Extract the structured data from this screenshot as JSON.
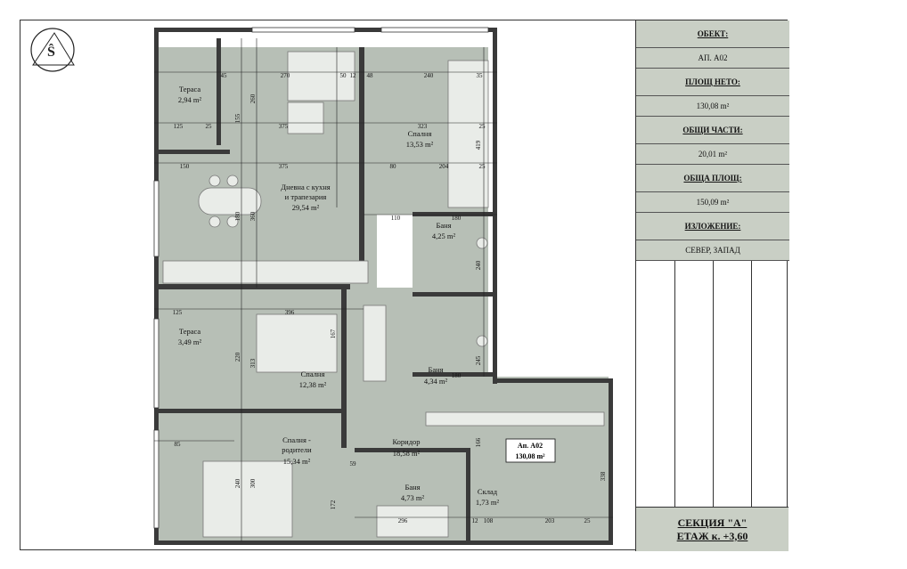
{
  "side_panel": {
    "object_label": "ОБЕКТ:",
    "object_value": "АП. А02",
    "net_area_label": "ПЛОЩ НЕТО:",
    "net_area_value": "130,08 m²",
    "common_parts_label": "ОБЩИ ЧАСТИ:",
    "common_parts_value": "20,01 m²",
    "total_area_label": "ОБЩА ПЛОЩ:",
    "total_area_value": "150,09 m²",
    "orientation_label": "ИЗЛОЖЕНИЕ:",
    "orientation_value": "СЕВЕР, ЗАПАД",
    "section_label": "СЕКЦИЯ \"А\"",
    "floor_label": "ЕТАЖ к. +3,60"
  },
  "rooms": {
    "terrace1_name": "Тераса",
    "terrace1_area": "2,94 m²",
    "living_name1": "Дневна с кухня",
    "living_name2": "и трапезария",
    "living_area": "29,54 m²",
    "bedroom1_name": "Спалня",
    "bedroom1_area": "13,53 m²",
    "bath1_name": "Баня",
    "bath1_area": "4,25 m²",
    "terrace2_name": "Тераса",
    "terrace2_area": "3,49 m²",
    "bedroom2_name": "Спалня",
    "bedroom2_area": "12,38 m²",
    "bath2_name": "Баня",
    "bath2_area": "4,34 m²",
    "master_name1": "Спалня -",
    "master_name2": "родители",
    "master_area": "15,34 m²",
    "corridor_name": "Коридор",
    "corridor_area": "18,58 m²",
    "bath3_name": "Баня",
    "bath3_area": "4,73 m²",
    "storage_name": "Склад",
    "storage_area": "1,73 m²"
  },
  "apartment_tag": {
    "name": "Ап. А02",
    "area": "130,08 m²"
  },
  "dimensions": {
    "d1": "45",
    "d2": "270",
    "d3": "50",
    "d4": "12",
    "d5": "48",
    "d6": "240",
    "d7": "35",
    "d8": "125",
    "d9": "25",
    "d10": "375",
    "d11": "323",
    "d12": "25",
    "d13": "150",
    "d14": "375",
    "d15": "80",
    "d16": "204",
    "d17": "25",
    "d18": "110",
    "d19": "180",
    "d20": "125",
    "d21": "396",
    "d22": "180",
    "d23": "85",
    "d24": "296",
    "d25": "203",
    "d26": "25",
    "v1": "260",
    "v2": "155",
    "v3": "419",
    "v4": "180",
    "v5": "360",
    "v6": "240",
    "v7": "313",
    "v8": "220",
    "v9": "167",
    "v10": "245",
    "v11": "300",
    "v12": "240",
    "v13": "338",
    "v14": "166",
    "v15": "172",
    "v16": "59",
    "v17": "108",
    "v18": "12"
  }
}
